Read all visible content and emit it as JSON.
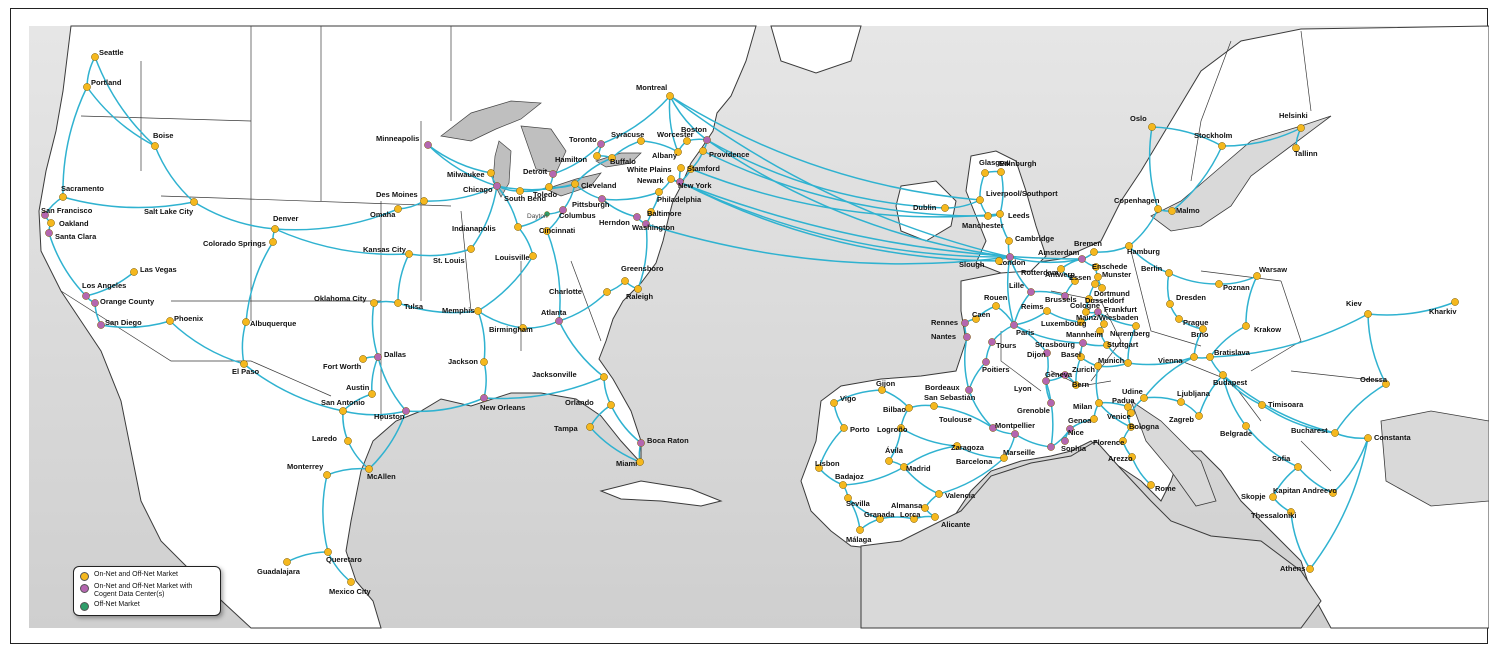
{
  "colors": {
    "on_net": "#f5b81e",
    "data_center": "#b466b0",
    "off_net": "#2f9e6a",
    "route": "#2fb2d0",
    "water": "#d9d9d9",
    "land": "#ffffff",
    "border": "#3a3a3a"
  },
  "legend": {
    "items": [
      {
        "label": "On-Net and Off-Net Market",
        "color": "#f5b81e"
      },
      {
        "label": "On-Net and Off-Net Market with Cogent Data Center(s)",
        "color": "#b466b0"
      },
      {
        "label": "Off-Net Market",
        "color": "#2f9e6a"
      }
    ]
  },
  "cities": [
    {
      "name": "Seattle",
      "type": "on"
    },
    {
      "name": "Portland",
      "type": "on"
    },
    {
      "name": "Boise",
      "type": "on"
    },
    {
      "name": "Sacramento",
      "type": "on"
    },
    {
      "name": "San Francisco",
      "type": "dc"
    },
    {
      "name": "Oakland",
      "type": "on"
    },
    {
      "name": "Santa Clara",
      "type": "dc"
    },
    {
      "name": "Salt Lake City",
      "type": "on"
    },
    {
      "name": "Las Vegas",
      "type": "on"
    },
    {
      "name": "Los Angeles",
      "type": "dc"
    },
    {
      "name": "Orange County",
      "type": "dc"
    },
    {
      "name": "San Diego",
      "type": "dc"
    },
    {
      "name": "Phoenix",
      "type": "on"
    },
    {
      "name": "Denver",
      "type": "on"
    },
    {
      "name": "Colorado Springs",
      "type": "on"
    },
    {
      "name": "Albuquerque",
      "type": "on"
    },
    {
      "name": "El Paso",
      "type": "on"
    },
    {
      "name": "Omaha",
      "type": "on"
    },
    {
      "name": "Des Moines",
      "type": "on"
    },
    {
      "name": "Minneapolis",
      "type": "dc"
    },
    {
      "name": "Milwaukee",
      "type": "on"
    },
    {
      "name": "Chicago",
      "type": "dc"
    },
    {
      "name": "Kansas City",
      "type": "on"
    },
    {
      "name": "St. Louis",
      "type": "on"
    },
    {
      "name": "Oklahoma City",
      "type": "on"
    },
    {
      "name": "Tulsa",
      "type": "on"
    },
    {
      "name": "Dallas",
      "type": "dc"
    },
    {
      "name": "Fort Worth",
      "type": "on"
    },
    {
      "name": "Austin",
      "type": "on"
    },
    {
      "name": "San Antonio",
      "type": "on"
    },
    {
      "name": "Houston",
      "type": "dc"
    },
    {
      "name": "Laredo",
      "type": "on"
    },
    {
      "name": "McAllen",
      "type": "on"
    },
    {
      "name": "Monterrey",
      "type": "on"
    },
    {
      "name": "Queretaro",
      "type": "on"
    },
    {
      "name": "Guadalajara",
      "type": "on"
    },
    {
      "name": "Mexico City",
      "type": "on"
    },
    {
      "name": "Memphis",
      "type": "on"
    },
    {
      "name": "Jackson",
      "type": "on"
    },
    {
      "name": "New Orleans",
      "type": "dc"
    },
    {
      "name": "Birmingham",
      "type": "on"
    },
    {
      "name": "Atlanta",
      "type": "dc"
    },
    {
      "name": "Jacksonville",
      "type": "on"
    },
    {
      "name": "Orlando",
      "type": "on"
    },
    {
      "name": "Tampa",
      "type": "on"
    },
    {
      "name": "Boca Raton",
      "type": "dc"
    },
    {
      "name": "Miami",
      "type": "on"
    },
    {
      "name": "Charlotte",
      "type": "on"
    },
    {
      "name": "Greensboro",
      "type": "on"
    },
    {
      "name": "Raleigh",
      "type": "on"
    },
    {
      "name": "Louisville",
      "type": "on"
    },
    {
      "name": "Indianapolis",
      "type": "on"
    },
    {
      "name": "South Bend",
      "type": "on"
    },
    {
      "name": "Detroit",
      "type": "dc"
    },
    {
      "name": "Toledo",
      "type": "on"
    },
    {
      "name": "Dayton",
      "type": "off"
    },
    {
      "name": "Columbus",
      "type": "dc"
    },
    {
      "name": "Cincinnati",
      "type": "on"
    },
    {
      "name": "Cleveland",
      "type": "on"
    },
    {
      "name": "Pittsburgh",
      "type": "dc"
    },
    {
      "name": "Herndon",
      "type": "dc"
    },
    {
      "name": "Washington",
      "type": "dc"
    },
    {
      "name": "Baltimore",
      "type": "on"
    },
    {
      "name": "Philadelphia",
      "type": "on"
    },
    {
      "name": "Newark",
      "type": "on"
    },
    {
      "name": "New York",
      "type": "dc"
    },
    {
      "name": "White Plains",
      "type": "on"
    },
    {
      "name": "Stamford",
      "type": "on"
    },
    {
      "name": "Albany",
      "type": "on"
    },
    {
      "name": "Buffalo",
      "type": "on"
    },
    {
      "name": "Hamilton",
      "type": "on"
    },
    {
      "name": "Toronto",
      "type": "dc"
    },
    {
      "name": "Syracuse",
      "type": "on"
    },
    {
      "name": "Worcester",
      "type": "on"
    },
    {
      "name": "Boston",
      "type": "dc"
    },
    {
      "name": "Providence",
      "type": "on"
    },
    {
      "name": "Montreal",
      "type": "on"
    },
    {
      "name": "Dublin",
      "type": "on"
    },
    {
      "name": "Glasgow",
      "type": "on"
    },
    {
      "name": "Edinburgh",
      "type": "on"
    },
    {
      "name": "Liverpool/Southport",
      "type": "on"
    },
    {
      "name": "Manchester",
      "type": "on"
    },
    {
      "name": "Leeds",
      "type": "on"
    },
    {
      "name": "Cambridge",
      "type": "on"
    },
    {
      "name": "London",
      "type": "dc"
    },
    {
      "name": "Slough",
      "type": "on"
    },
    {
      "name": "Amsterdam",
      "type": "dc"
    },
    {
      "name": "Rotterdam",
      "type": "on"
    },
    {
      "name": "Antwerp",
      "type": "on"
    },
    {
      "name": "Brussels",
      "type": "dc"
    },
    {
      "name": "Lille",
      "type": "dc"
    },
    {
      "name": "Reims",
      "type": "on"
    },
    {
      "name": "Paris",
      "type": "dc"
    },
    {
      "name": "Rouen",
      "type": "on"
    },
    {
      "name": "Caen",
      "type": "on"
    },
    {
      "name": "Rennes",
      "type": "dc"
    },
    {
      "name": "Nantes",
      "type": "dc"
    },
    {
      "name": "Tours",
      "type": "dc"
    },
    {
      "name": "Poitiers",
      "type": "dc"
    },
    {
      "name": "Bordeaux",
      "type": "dc"
    },
    {
      "name": "Toulouse",
      "type": "dc"
    },
    {
      "name": "Montpellier",
      "type": "dc"
    },
    {
      "name": "Marseille",
      "type": "dc"
    },
    {
      "name": "Nice",
      "type": "dc"
    },
    {
      "name": "Sophia",
      "type": "dc"
    },
    {
      "name": "Lyon",
      "type": "dc"
    },
    {
      "name": "Grenoble",
      "type": "dc"
    },
    {
      "name": "Geneva",
      "type": "dc"
    },
    {
      "name": "Dijon",
      "type": "dc"
    },
    {
      "name": "Strasbourg",
      "type": "dc"
    },
    {
      "name": "Luxembourg",
      "type": "on"
    },
    {
      "name": "Basel",
      "type": "on"
    },
    {
      "name": "Bern",
      "type": "on"
    },
    {
      "name": "Zurich",
      "type": "on"
    },
    {
      "name": "Bremen",
      "type": "on"
    },
    {
      "name": "Hamburg",
      "type": "on"
    },
    {
      "name": "Enschede",
      "type": "on"
    },
    {
      "name": "Munster",
      "type": "on"
    },
    {
      "name": "Essen",
      "type": "on"
    },
    {
      "name": "Dortmund",
      "type": "on"
    },
    {
      "name": "Dusseldorf",
      "type": "on"
    },
    {
      "name": "Cologne",
      "type": "on"
    },
    {
      "name": "Frankfurt",
      "type": "dc"
    },
    {
      "name": "Mainz/Wiesbaden",
      "type": "on"
    },
    {
      "name": "Mannheim",
      "type": "on"
    },
    {
      "name": "Stuttgart",
      "type": "on"
    },
    {
      "name": "Munich",
      "type": "on"
    },
    {
      "name": "Nuremberg",
      "type": "on"
    },
    {
      "name": "Berlin",
      "type": "on"
    },
    {
      "name": "Dresden",
      "type": "on"
    },
    {
      "name": "Prague",
      "type": "on"
    },
    {
      "name": "Brno",
      "type": "on"
    },
    {
      "name": "Vienna",
      "type": "on"
    },
    {
      "name": "Bratislava",
      "type": "on"
    },
    {
      "name": "Budapest",
      "type": "on"
    },
    {
      "name": "Poznan",
      "type": "on"
    },
    {
      "name": "Warsaw",
      "type": "on"
    },
    {
      "name": "Krakow",
      "type": "on"
    },
    {
      "name": "Copenhagen",
      "type": "on"
    },
    {
      "name": "Malmo",
      "type": "on"
    },
    {
      "name": "Oslo",
      "type": "on"
    },
    {
      "name": "Stockholm",
      "type": "on"
    },
    {
      "name": "Helsinki",
      "type": "on"
    },
    {
      "name": "Tallinn",
      "type": "on"
    },
    {
      "name": "Kiev",
      "type": "on"
    },
    {
      "name": "Kharkiv",
      "type": "on"
    },
    {
      "name": "Odessa",
      "type": "on"
    },
    {
      "name": "Timisoara",
      "type": "on"
    },
    {
      "name": "Bucharest",
      "type": "on"
    },
    {
      "name": "Constanta",
      "type": "on"
    },
    {
      "name": "Belgrade",
      "type": "on"
    },
    {
      "name": "Zagreb",
      "type": "on"
    },
    {
      "name": "Ljubljana",
      "type": "on"
    },
    {
      "name": "Udine",
      "type": "on"
    },
    {
      "name": "Padua",
      "type": "on"
    },
    {
      "name": "Venice",
      "type": "on"
    },
    {
      "name": "Milan",
      "type": "on"
    },
    {
      "name": "Genoa",
      "type": "on"
    },
    {
      "name": "Bologna",
      "type": "on"
    },
    {
      "name": "Florence",
      "type": "on"
    },
    {
      "name": "Arezzo",
      "type": "on"
    },
    {
      "name": "Rome",
      "type": "on"
    },
    {
      "name": "Sofia",
      "type": "on"
    },
    {
      "name": "Skopje",
      "type": "on"
    },
    {
      "name": "Thessaloniki",
      "type": "on"
    },
    {
      "name": "Kapitan Andreevo",
      "type": "on"
    },
    {
      "name": "Athens",
      "type": "on"
    },
    {
      "name": "Gijon",
      "type": "on"
    },
    {
      "name": "Vigo",
      "type": "on"
    },
    {
      "name": "Porto",
      "type": "on"
    },
    {
      "name": "Lisbon",
      "type": "on"
    },
    {
      "name": "Bilbao",
      "type": "on"
    },
    {
      "name": "San Sebastián",
      "type": "on"
    },
    {
      "name": "Logroño",
      "type": "on"
    },
    {
      "name": "Zaragoza",
      "type": "on"
    },
    {
      "name": "Barcelona",
      "type": "on"
    },
    {
      "name": "Ávila",
      "type": "on"
    },
    {
      "name": "Madrid",
      "type": "on"
    },
    {
      "name": "Badajoz",
      "type": "on"
    },
    {
      "name": "Sevilla",
      "type": "on"
    },
    {
      "name": "Valencia",
      "type": "on"
    },
    {
      "name": "Almansa",
      "type": "on"
    },
    {
      "name": "Lorca",
      "type": "on"
    },
    {
      "name": "Alicante",
      "type": "on"
    },
    {
      "name": "Granada",
      "type": "on"
    },
    {
      "name": "Málaga",
      "type": "on"
    }
  ]
}
